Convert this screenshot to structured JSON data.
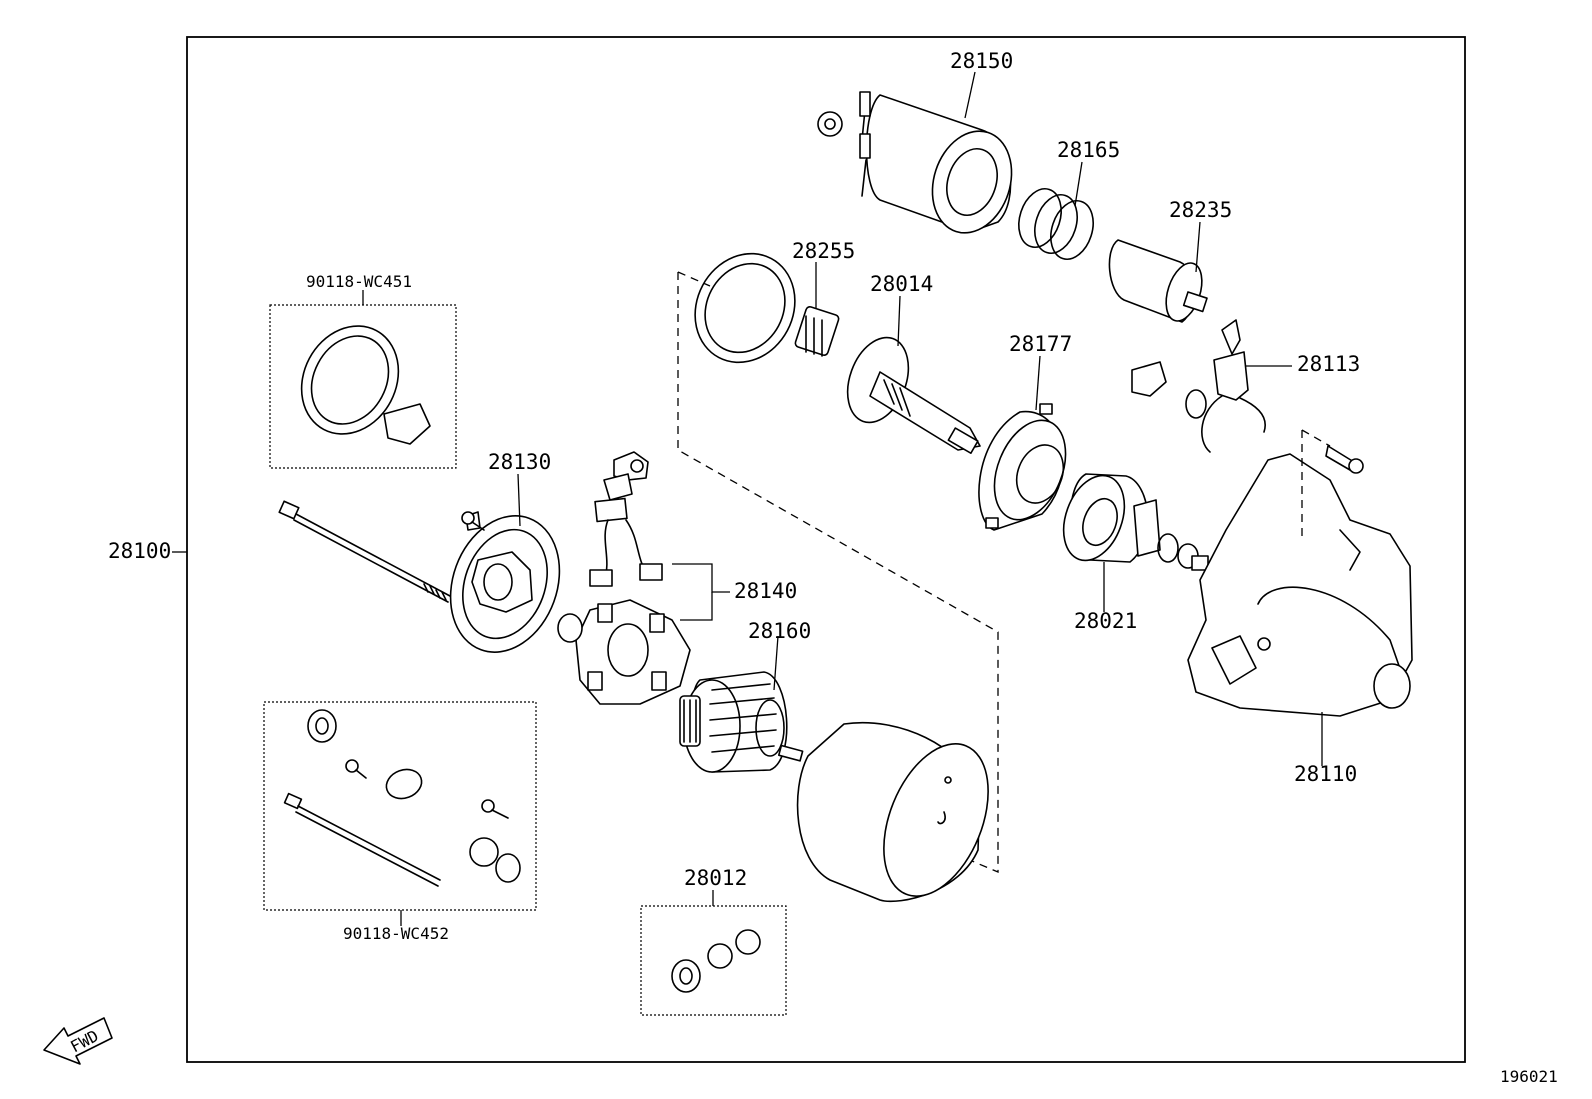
{
  "diagram": {
    "labels": {
      "assembly": "28100",
      "solenoid": "28150",
      "spring": "28165",
      "plunger": "28235",
      "idler_gear": "28255",
      "pinion_shaft": "28014",
      "bearing_cover": "28177",
      "lever": "28113",
      "end_frame": "28130",
      "brush_holder": "28140",
      "armature": "28160",
      "clutch": "28021",
      "housing": "28110",
      "bushing_kit": "28012",
      "kit_top": "90118-WC451",
      "kit_bottom": "90118-WC452"
    },
    "fwd_label": "FWD",
    "figure_number": "196021"
  }
}
